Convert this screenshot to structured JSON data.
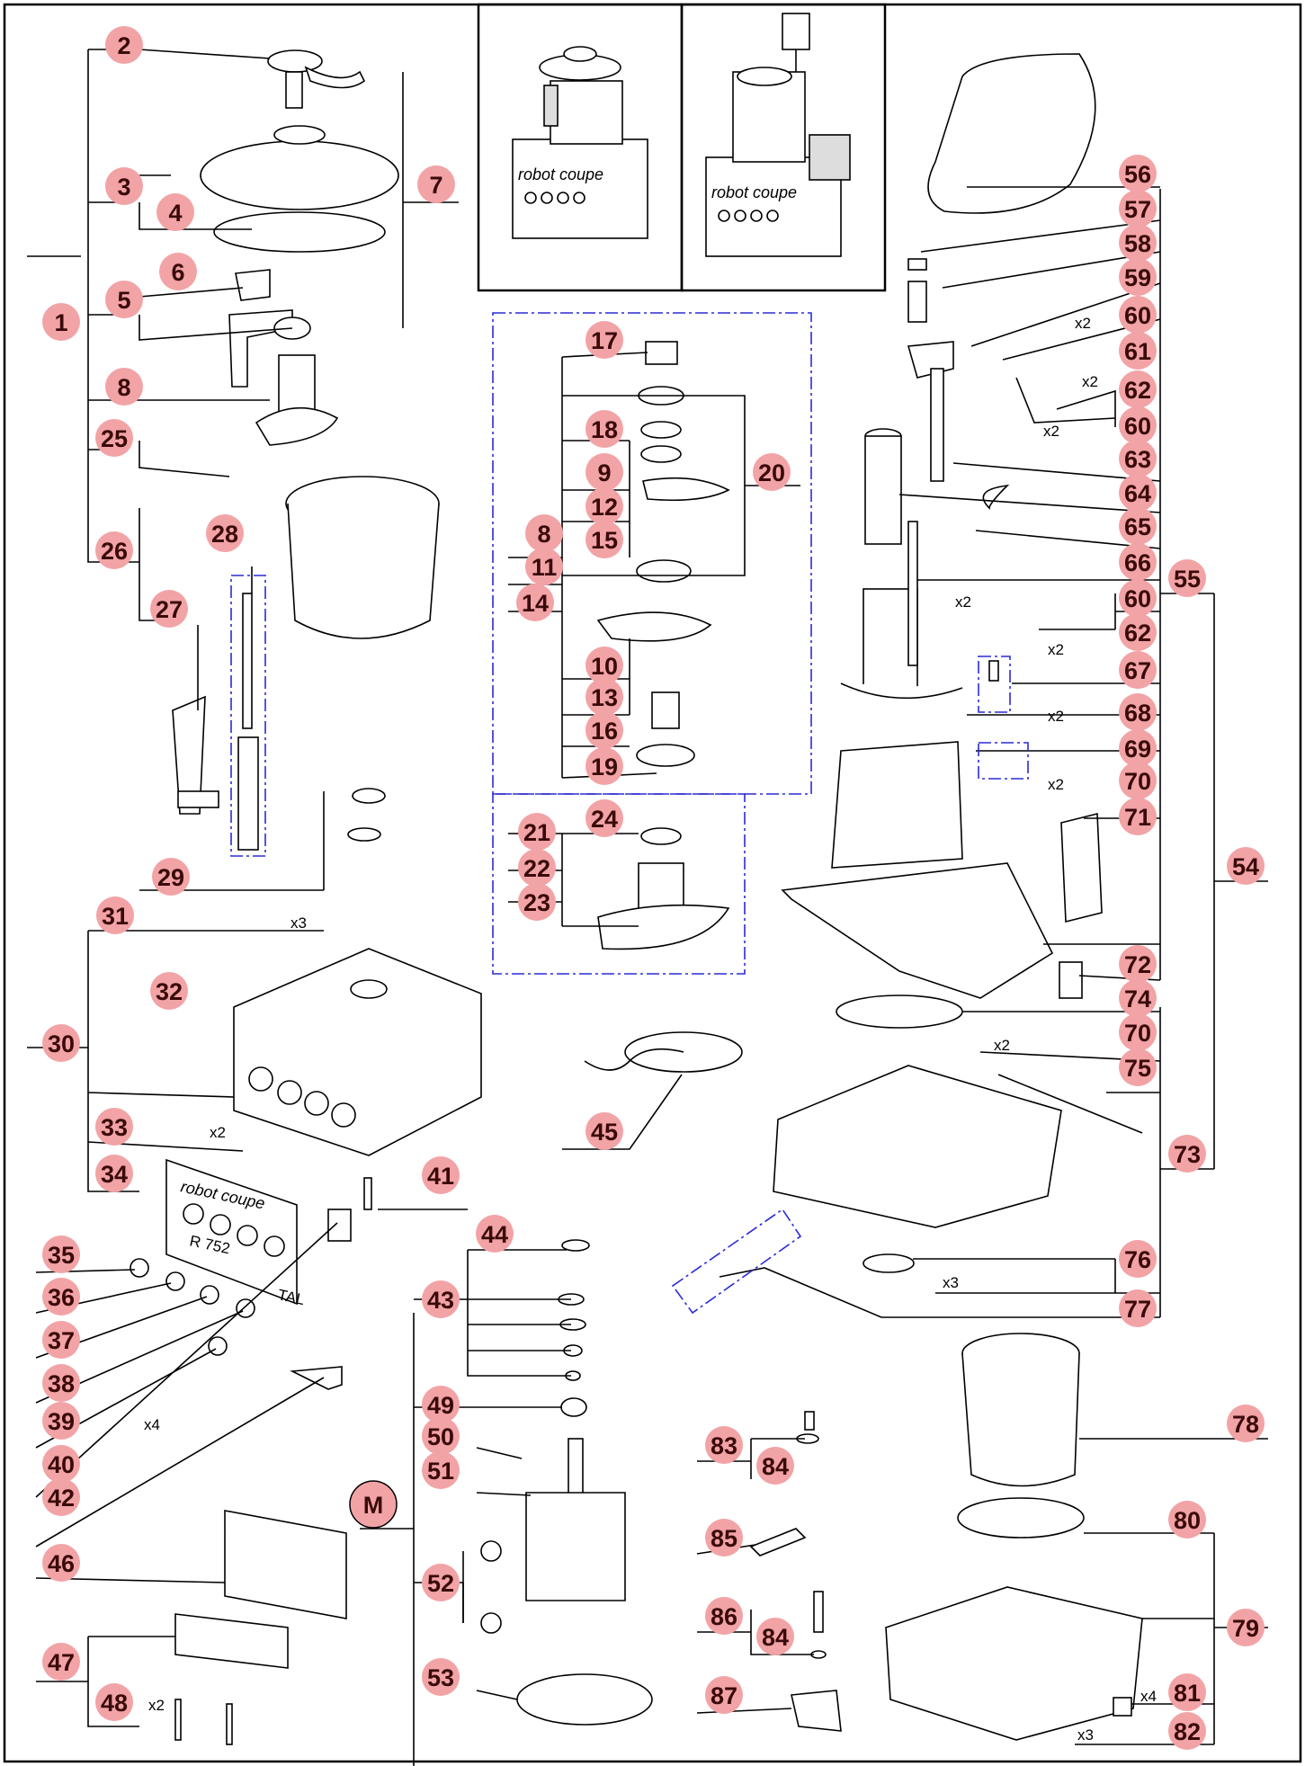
{
  "callouts": [
    "1",
    "2",
    "3",
    "4",
    "5",
    "6",
    "7",
    "8",
    "25",
    "26",
    "27",
    "28",
    "29",
    "30",
    "31",
    "32",
    "33",
    "34",
    "35",
    "36",
    "37",
    "38",
    "39",
    "40",
    "41",
    "42",
    "43",
    "44",
    "45",
    "46",
    "47",
    "48",
    "49",
    "50",
    "51",
    "52",
    "53",
    "17",
    "18",
    "9",
    "12",
    "15",
    "11",
    "14",
    "10",
    "13",
    "16",
    "19",
    "20",
    "21",
    "22",
    "23",
    "24",
    "56",
    "57",
    "58",
    "59",
    "60",
    "61",
    "62",
    "63",
    "64",
    "65",
    "66",
    "55",
    "67",
    "68",
    "69",
    "70",
    "71",
    "72",
    "74",
    "75",
    "73",
    "54",
    "76",
    "77",
    "78",
    "79",
    "80",
    "81",
    "82",
    "83",
    "84",
    "85",
    "86",
    "87",
    "M"
  ],
  "multipliers": {
    "x2_a": "x2",
    "x2_b": "x2",
    "x2_c": "x2",
    "x2_d": "x2",
    "x2_e": "x2",
    "x2_f": "x2",
    "x2_g": "x2",
    "x2_h": "x2",
    "x2_i": "x2",
    "x2_j": "x2",
    "x3_a": "x3",
    "x3_b": "x3",
    "x3_c": "x3",
    "x4_a": "x4",
    "x4_b": "x4"
  },
  "brand": {
    "logo": "robot coupe",
    "model": "R 752",
    "code": "TAL"
  },
  "colors": {
    "callout_fill": "#f2a3a6",
    "dashed_box": "#2b2bd6",
    "line": "#000000"
  }
}
